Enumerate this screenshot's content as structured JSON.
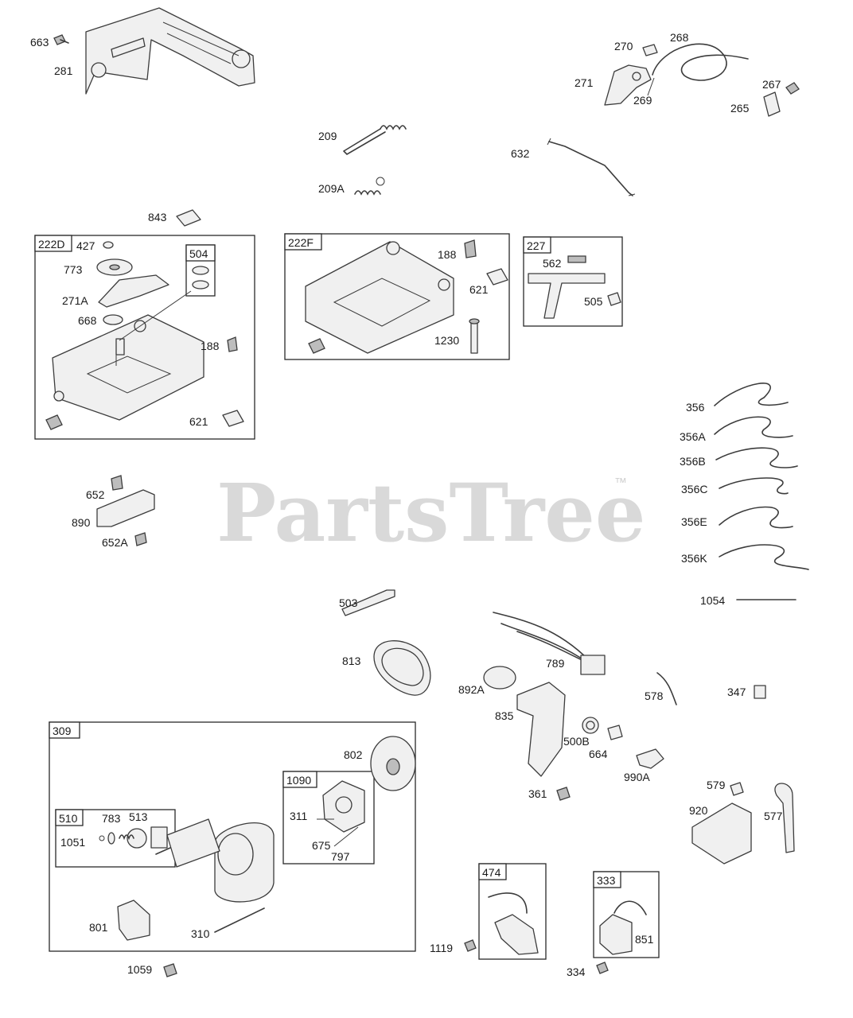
{
  "watermark": {
    "brand": "PartsTree",
    "trademark": "™"
  },
  "callouts": {
    "c663": "663",
    "c281": "281",
    "c270": "270",
    "c268": "268",
    "c271": "271",
    "c269": "269",
    "c267": "267",
    "c265": "265",
    "c209": "209",
    "c209A": "209A",
    "c632": "632",
    "c843": "843",
    "c427": "427",
    "c773": "773",
    "c271A": "271A",
    "c668": "668",
    "c188a": "188",
    "c621a": "621",
    "c188b": "188",
    "c621b": "621",
    "c1230": "1230",
    "c562": "562",
    "c505": "505",
    "c356": "356",
    "c356A": "356A",
    "c356B": "356B",
    "c356C": "356C",
    "c356E": "356E",
    "c356K": "356K",
    "c652": "652",
    "c890": "890",
    "c652A": "652A",
    "c1054": "1054",
    "c503": "503",
    "c813": "813",
    "c789": "789",
    "c892A": "892A",
    "c578": "578",
    "c347": "347",
    "c835": "835",
    "c500B": "500B",
    "c664": "664",
    "c990A": "990A",
    "c361": "361",
    "c579": "579",
    "c920": "920",
    "c577": "577",
    "c802": "802",
    "c311": "311",
    "c675": "675",
    "c797": "797",
    "c783": "783",
    "c513": "513",
    "c1051": "1051",
    "c801": "801",
    "c310": "310",
    "c1059": "1059",
    "c1119": "1119",
    "c851": "851",
    "c334": "334"
  },
  "boxes": {
    "b222D": "222D",
    "b504": "504",
    "b222F": "222F",
    "b227": "227",
    "b309": "309",
    "b1090": "1090",
    "b510": "510",
    "b474": "474",
    "b333": "333"
  }
}
